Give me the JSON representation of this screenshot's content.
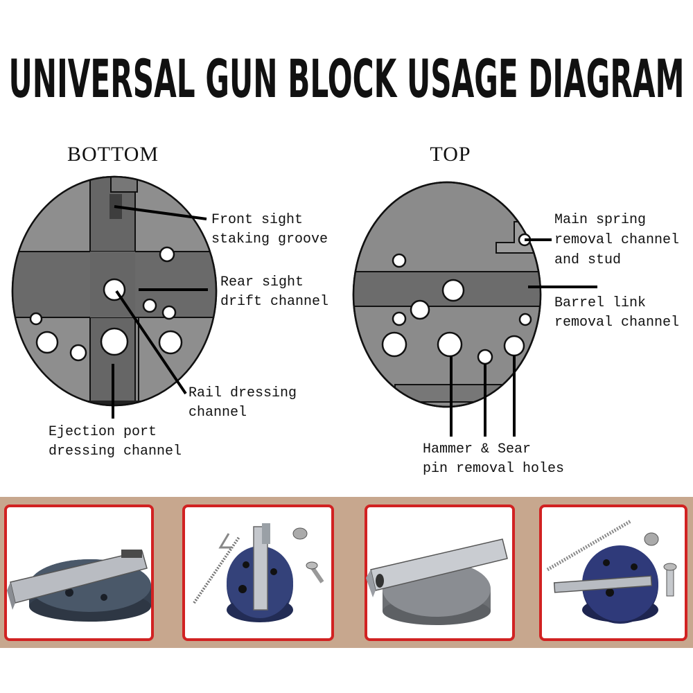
{
  "title": "UNIVERSAL GUN BLOCK USAGE DIAGRAM",
  "colors": {
    "plate_dark": "#5f5f5f",
    "plate_light": "#8b8b8b",
    "photo_strip": "#c7a78e",
    "frame_red": "#d12222",
    "block_navy": "#2d3a6b"
  },
  "bottom": {
    "heading": "BOTTOM",
    "labels": {
      "front_sight_1": "Front sight",
      "front_sight_2": "staking groove",
      "rear_sight_1": "Rear sight",
      "rear_sight_2": "drift channel",
      "rail_1": "Rail dressing",
      "rail_2": "channel",
      "ejection_1": "Ejection port",
      "ejection_2": "dressing channel"
    }
  },
  "top": {
    "heading": "TOP",
    "labels": {
      "main_spring_1": "Main spring",
      "main_spring_2": "removal channel",
      "main_spring_3": "and stud",
      "barrel_1": "Barrel link",
      "barrel_2": "removal channel",
      "hammer_1": "Hammer & Sear",
      "hammer_2": "pin removal holes"
    }
  },
  "photos": [
    {
      "icon": "gun-slide-on-block-icon"
    },
    {
      "icon": "barrel-parts-on-block-icon"
    },
    {
      "icon": "slide-on-grey-block-icon"
    },
    {
      "icon": "spring-and-barrel-on-navy-block-icon"
    }
  ]
}
